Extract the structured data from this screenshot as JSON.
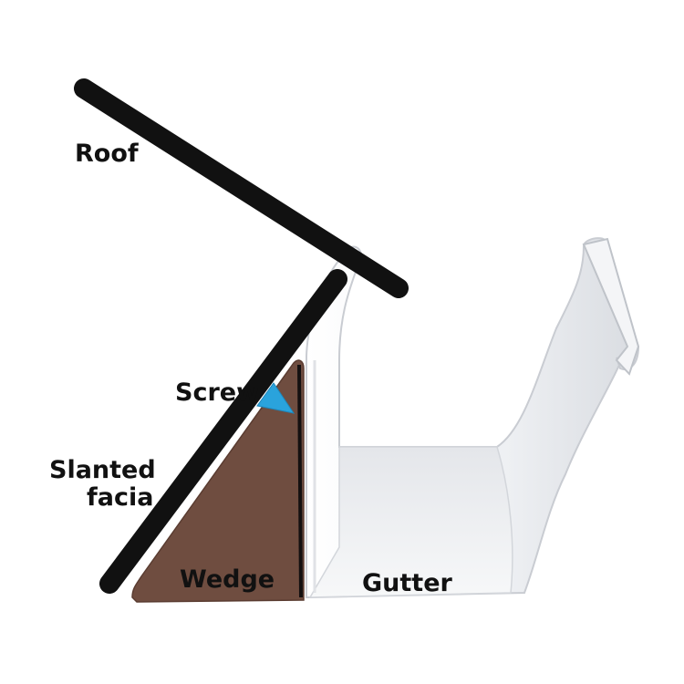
{
  "labels": {
    "roof": "Roof",
    "screw": "Screw",
    "facia_line1": "Slanted",
    "facia_line2": "facia",
    "wedge": "Wedge",
    "gutter": "Gutter"
  },
  "colors": {
    "roof_line": "#111111",
    "facia_line": "#111111",
    "wedge": "#6f4d40",
    "screw": "#2aa3dc",
    "gutter": "#f2f3f5"
  }
}
